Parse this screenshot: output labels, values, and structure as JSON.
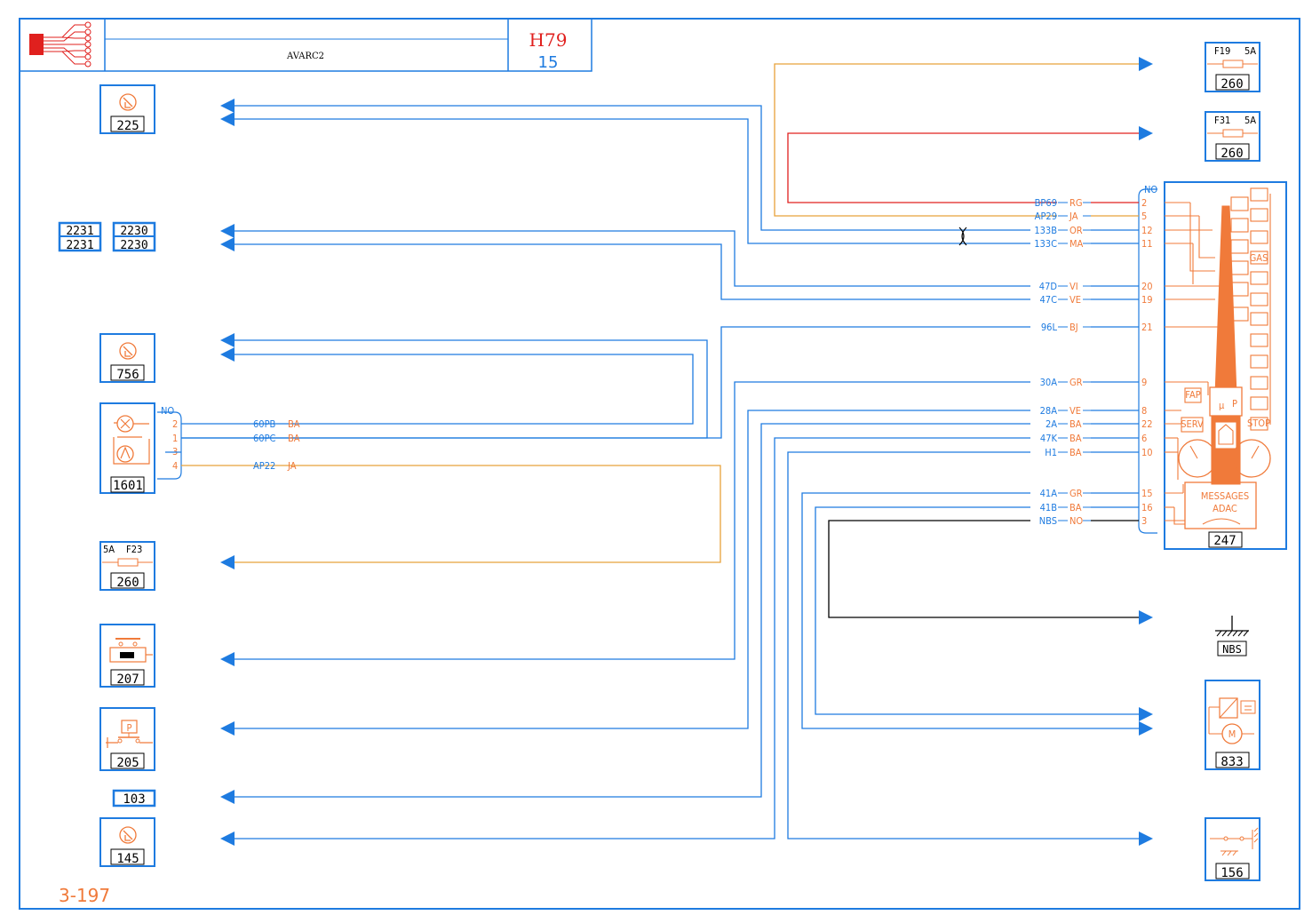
{
  "colors": {
    "frame": "#1e7be0",
    "wire_blue": "#1e7be0",
    "wire_orange": "#e8a23a",
    "wire_red": "#e0201e",
    "wire_black": "#000000",
    "component": "#f07a3a",
    "title_red": "#e0201e"
  },
  "header": {
    "name": "AVARC2",
    "code": "H79",
    "sheet": "15"
  },
  "footer": {
    "ref": "3-197"
  },
  "left_components": [
    {
      "id": "225",
      "icon": "speed-sensor-icon"
    },
    {
      "id": "2231"
    },
    {
      "id": "2230"
    },
    {
      "id": "756",
      "icon": "speed-sensor-icon"
    },
    {
      "id": "1601",
      "icon": "sensor-block-icon",
      "connector": "NO",
      "pins": [
        "2",
        "1",
        "3",
        "4"
      ]
    },
    {
      "id": "260",
      "fuse": "F23",
      "rating": "5A"
    },
    {
      "id": "207",
      "icon": "switch-icon"
    },
    {
      "id": "205",
      "icon": "park-switch-icon",
      "label": "P"
    },
    {
      "id": "103"
    },
    {
      "id": "145",
      "icon": "speed-sensor-icon"
    }
  ],
  "right_components": [
    {
      "id": "260",
      "fuse": "F19",
      "rating": "5A"
    },
    {
      "id": "260",
      "fuse": "F31",
      "rating": "5A"
    },
    {
      "id": "NBS",
      "icon": "ground-icon"
    },
    {
      "id": "833",
      "icon": "motor-icon",
      "label": "M"
    },
    {
      "id": "156",
      "icon": "brake-switch-icon"
    }
  ],
  "cluster": {
    "id": "247",
    "connector": "NO",
    "labels": [
      "MESSAGES",
      "ADAC",
      "GAS",
      "STOP",
      "SERV",
      "FAP",
      "P"
    ],
    "pins": [
      "2",
      "5",
      "12",
      "11",
      "20",
      "19",
      "21",
      "9",
      "8",
      "22",
      "6",
      "10",
      "15",
      "16",
      "3"
    ]
  },
  "wires_left": [
    {
      "wire": "60PB",
      "color_code": "BA"
    },
    {
      "wire": "60PC",
      "color_code": "BA"
    },
    {
      "wire": "AP22",
      "color_code": "JA"
    }
  ],
  "wires_cluster": [
    {
      "wire": "BP69",
      "color_code": "RG",
      "pin": "2"
    },
    {
      "wire": "AP29",
      "color_code": "JA",
      "pin": "5"
    },
    {
      "wire": "133B",
      "color_code": "OR",
      "pin": "12"
    },
    {
      "wire": "133C",
      "color_code": "MA",
      "pin": "11"
    },
    {
      "wire": "47D",
      "color_code": "VI",
      "pin": "20"
    },
    {
      "wire": "47C",
      "color_code": "VE",
      "pin": "19"
    },
    {
      "wire": "96L",
      "color_code": "BJ",
      "pin": "21"
    },
    {
      "wire": "30A",
      "color_code": "GR",
      "pin": "9"
    },
    {
      "wire": "28A",
      "color_code": "VE",
      "pin": "8"
    },
    {
      "wire": "2A",
      "color_code": "BA",
      "pin": "22"
    },
    {
      "wire": "47K",
      "color_code": "BA",
      "pin": "6"
    },
    {
      "wire": "H1",
      "color_code": "BA",
      "pin": "10"
    },
    {
      "wire": "41A",
      "color_code": "GR",
      "pin": "15"
    },
    {
      "wire": "41B",
      "color_code": "BA",
      "pin": "16"
    },
    {
      "wire": "NBS",
      "color_code": "NO",
      "pin": "3"
    }
  ]
}
